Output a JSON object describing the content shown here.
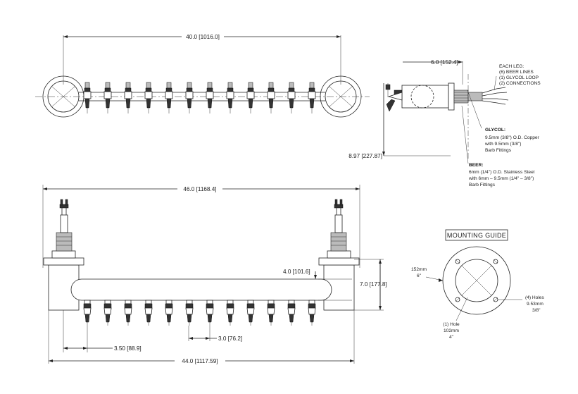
{
  "top_view": {
    "width_dim": "40.0 [1016.0]"
  },
  "side_view": {
    "depth_dim": "6.0 [152.4]",
    "height_dim": "8.97 [227.87]",
    "leg_note": [
      "EACH LEG:",
      "(6) BEER LINES",
      "(1) GLYCOL LOOP",
      "(2) CONNECTIONS"
    ],
    "glycol_title": "GLYCOL:",
    "glycol_lines": [
      "9.5mm (3/8\") O.D. Copper",
      "with 9.5mm (3/8\")",
      "Barb Fittings"
    ],
    "beer_title": "BEER:",
    "beer_lines": [
      "6mm (1/4\") O.D. Stainless Steel",
      "with 6mm – 9.5mm (1/4\" – 3/8\")",
      "Barb Fittings"
    ]
  },
  "front_view": {
    "overall_dim": "46.0 [1168.4]",
    "tube_dim": "4.0 [101.6]",
    "height_dim": "7.0 [177.8]",
    "first_tap_dim": "3.50 [88.9]",
    "spacing_dim": "3.0 [76.2]",
    "base_dim": "44.0 [1117.59]"
  },
  "mounting_guide": {
    "title": "MOUNTING GUIDE",
    "outer_label": [
      "152mm",
      "6\""
    ],
    "holes_label": [
      "(4) Holes",
      "9.53mm",
      "3/8\""
    ],
    "center_label": [
      "(1) Hole",
      "102mm",
      "4\""
    ]
  }
}
